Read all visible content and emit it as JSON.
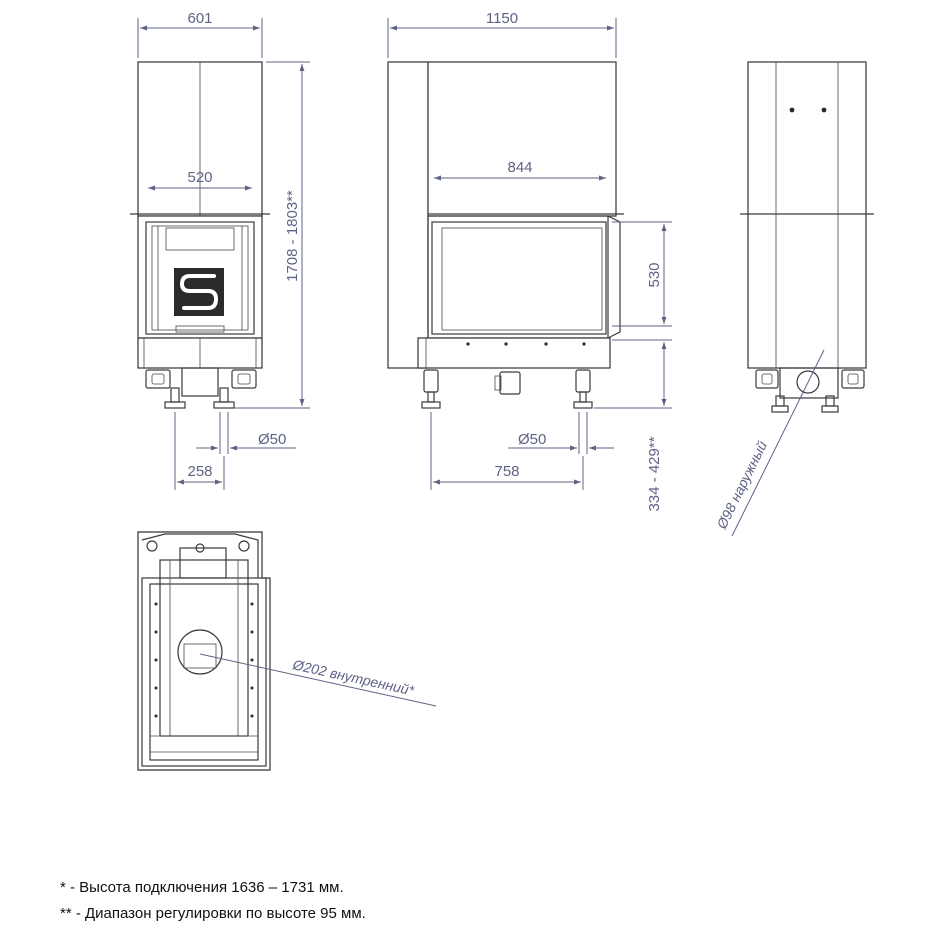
{
  "front_view": {
    "total_width": "601",
    "opening_width": "520",
    "height_range": "1708 - 1803**",
    "foot_offset": "258",
    "pipe_diameter": "Ø50"
  },
  "side_view": {
    "total_width": "1150",
    "door_width": "844",
    "door_height": "530",
    "pipe_diameter": "Ø50",
    "foot_span": "758",
    "leg_height_range": "334 - 429**"
  },
  "rear_view": {
    "outlet_diameter": "Ø98 наружный"
  },
  "top_view": {
    "flue_diameter": "Ø202 внутренний*"
  },
  "notes": {
    "note_1": "* - Высота подключения 1636 – 1731 мм.",
    "note_2": "** - Диапазон регулировки по высоте 95 мм."
  },
  "colors": {
    "dimension": "#5e6385",
    "outline": "#3a3a3a"
  }
}
